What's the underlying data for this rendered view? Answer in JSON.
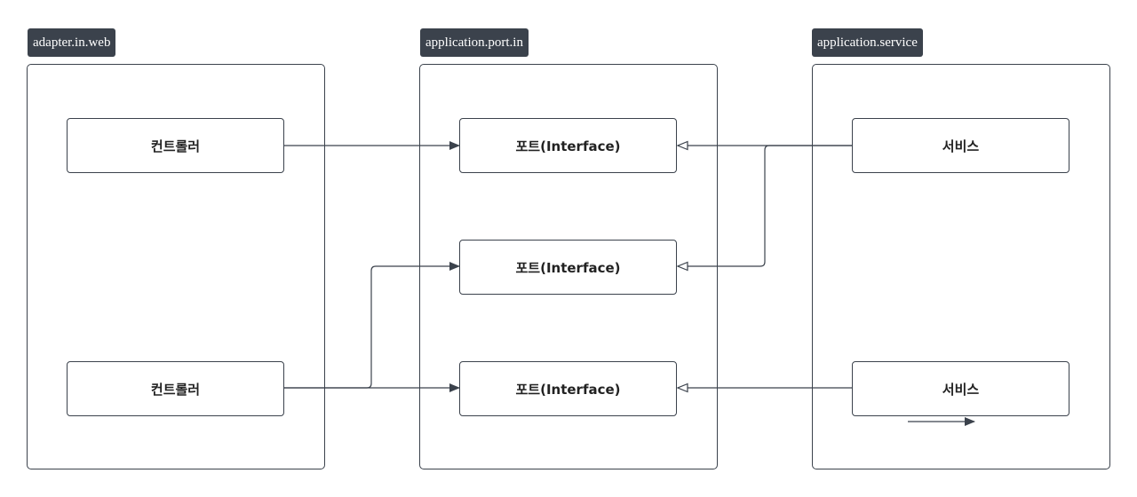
{
  "groups": [
    {
      "label": "adapter.in.web"
    },
    {
      "label": "application.port.in"
    },
    {
      "label": "application.service"
    }
  ],
  "controllers": [
    "컨트롤러",
    "컨트롤러"
  ],
  "ports": [
    "포트(Interface)",
    "포트(Interface)",
    "포트(Interface)"
  ],
  "services": [
    "서비스",
    "서비스"
  ],
  "colors": {
    "stroke": "#3b424c",
    "tag_bg": "#3b424c",
    "tag_text": "#ffffff"
  }
}
